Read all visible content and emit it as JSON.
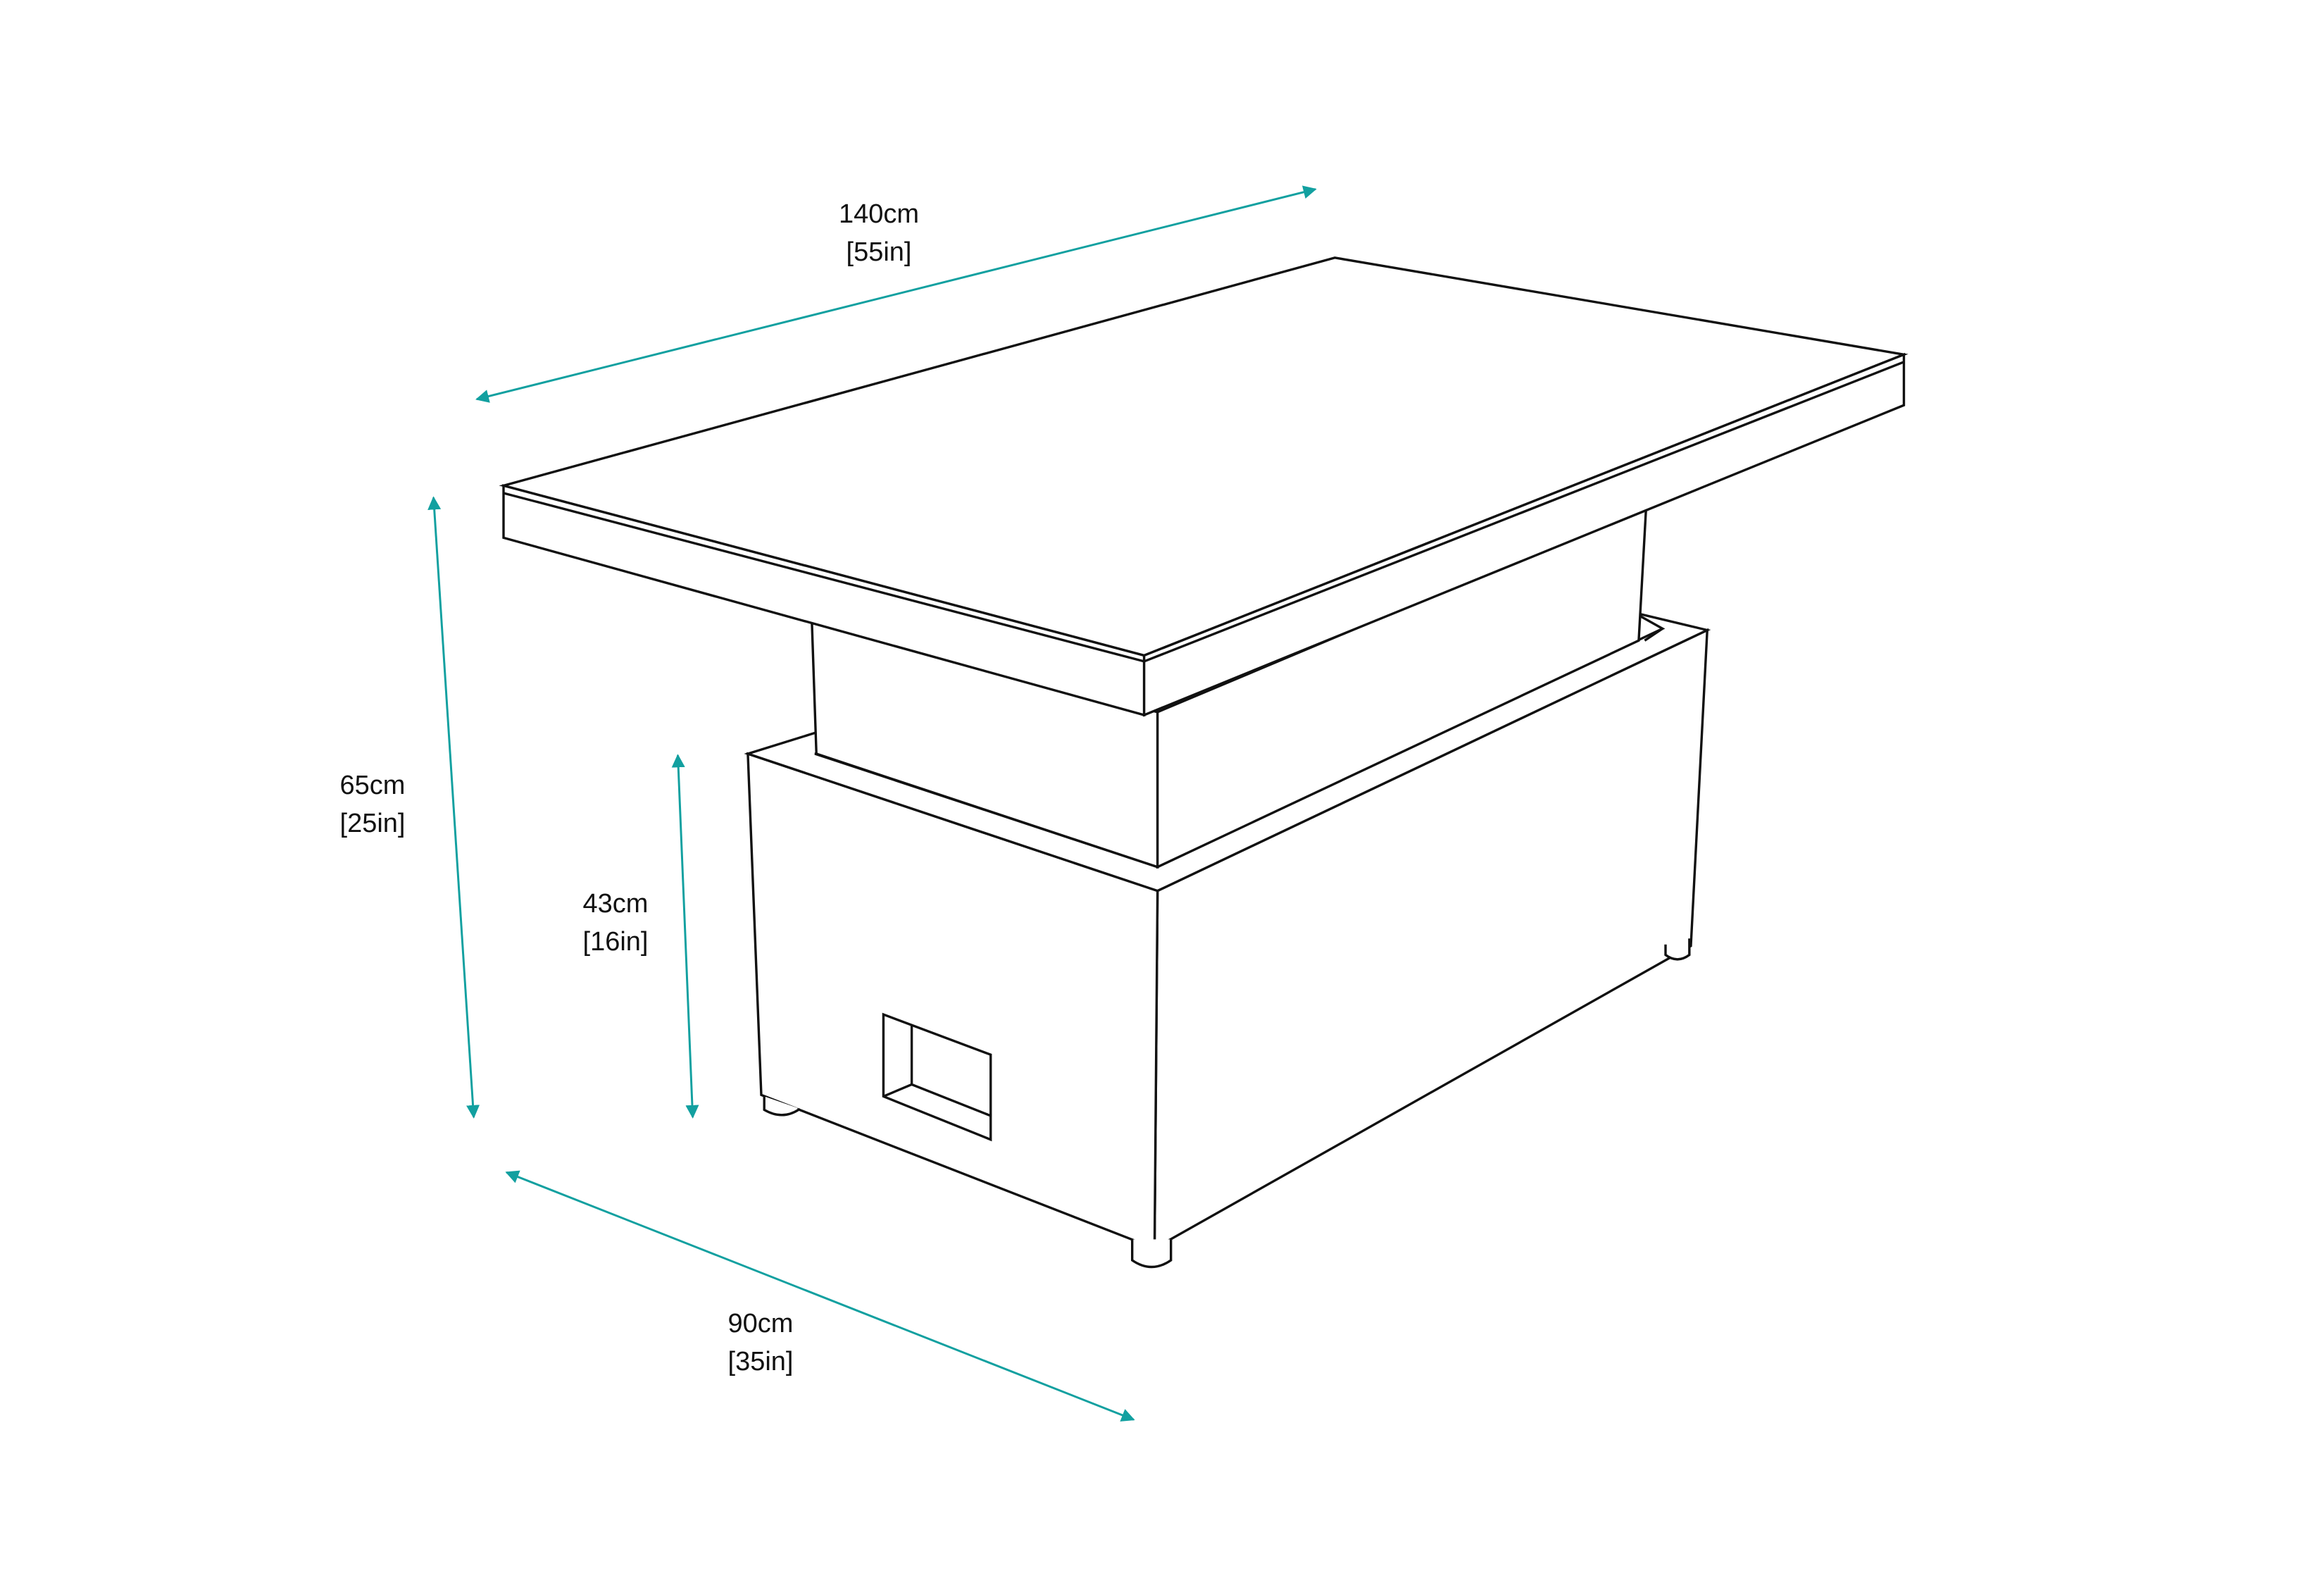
{
  "diagram": {
    "subject": "Rising coffee/dining table dimension drawing",
    "accent_color": "#12a0a0",
    "line_color": "#111111",
    "dimensions": {
      "length": {
        "metric": "140cm",
        "imperial": "[55in]"
      },
      "height": {
        "metric": "65cm",
        "imperial": "[25in]"
      },
      "base_height": {
        "metric": "43cm",
        "imperial": "[16in]"
      },
      "depth": {
        "metric": "90cm",
        "imperial": "[35in]"
      }
    }
  }
}
